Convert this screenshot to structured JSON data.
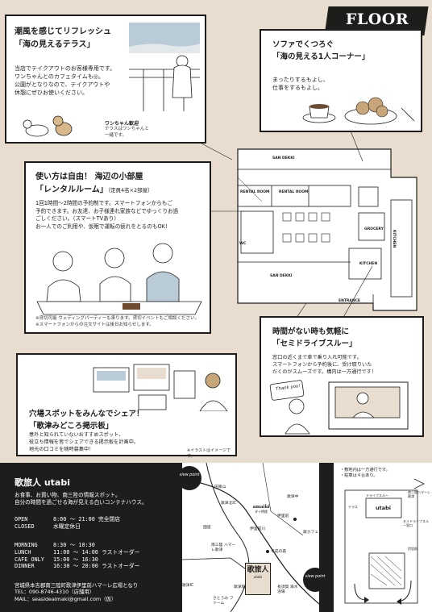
{
  "header": {
    "title": "FLOOR MAP"
  },
  "terrace": {
    "title_line1": "潮風を感じてリフレッシュ",
    "title_line2": "「海の見えるテラス」",
    "body": [
      "当店でテイクアウトのお客様専用です。",
      "ワンちゃんとのカフェタイムも◎。",
      "公園がとなりなので、テイクアウトや",
      "休憩にぜひお使いください。"
    ],
    "dog_badge": "ワンちゃん歓迎",
    "dog_note": [
      "テラスはワンちゃんと",
      "一緒です。"
    ]
  },
  "sofa": {
    "title_line1": "ソファでくつろぐ",
    "title_line2": "「海の見える1人コーナー」",
    "body": [
      "まったりするもよし、",
      "仕事をするもよし。"
    ]
  },
  "rental": {
    "title_line1": "使い方は自由！ 海辺の小部屋",
    "title_line2": "「レンタルルーム」",
    "title_note": "（定員4名×2部屋）",
    "body": [
      "1回1時間〜2時間の予約制です。スマートフォンからもご",
      "予約できます。お友達、お子様連れ家族などでゆっくりお過",
      "ごしください。（スマートTVあり）",
      "お一人でのご利用や、仮眠で運転の疲れをとるのもOK!"
    ],
    "notes": [
      "※貸切可能 ウェディングパーティーも承ります。貸切イベントもご相談ください。",
      "※スマートフォンからの注文サイトは後日お知らせします。"
    ]
  },
  "drive": {
    "title_line1": "時間がない時も気軽に",
    "title_line2": "「セミドライブスルー」",
    "body": [
      "窓口の近くまで車で乗り入れ可能です。",
      "スマートフォンから予約後に、受け取りいた",
      "だくのがスムーズです。構内は一方通行です！"
    ],
    "sign": "Thank you!"
  },
  "board": {
    "title_line1": "穴場スポットをみんなでシェア！",
    "title_line2": "「歌津みどころ掲示板」",
    "body": [
      "意外と知られていないおすすめスポット、",
      "役立ち情報を皆でシェアできる掲示板を計画中。",
      "地元の口コミを随時募集中！"
    ],
    "note": "※イラストはイメージです。"
  },
  "floor_labels": {
    "san_dekki_top": "SAN DEKKI",
    "rental1": "RENTAL ROOM",
    "rental2": "RENTAL ROOM",
    "grocery": "GROCERY",
    "wc": "WC",
    "san_dekki_bottom": "SAN DEKKI",
    "kitchen": "KITCHEN",
    "kitchen_v": "KITCHEN",
    "entrance": "ENTRANCE"
  },
  "shop": {
    "name": "歌旅人 utabi",
    "desc": [
      "お食事、お買い物、南三陸の情報スポット。",
      "自分の時間を過ごせる海が見える白いコンテナハウス。"
    ],
    "hours": [
      {
        "label": "OPEN",
        "value": "8:00 〜 21:00 完全閉店"
      },
      {
        "label": "CLOSED",
        "value": "水曜定休日"
      }
    ],
    "menu_hours": [
      {
        "label": "MORNING",
        "value": "8:30 〜 10:30"
      },
      {
        "label": "LUNCH",
        "value": "11:00 〜 14:00 ラストオーダー"
      },
      {
        "label": "CAFE ONLY",
        "value": "15:00 〜 16:30"
      },
      {
        "label": "DINNER",
        "value": "16:30 〜 20:00 ラストオーダー"
      }
    ],
    "address": "宮城県本吉郡南三陸町歌津伊里前ハマーレ広場となり",
    "tel": "TEL：090-8746-4310（店舗用）",
    "mail": "MAIL：seasidealmaki@gmail.com（仮）"
  },
  "map1": {
    "viewpoint_top": "view point",
    "viewpoint_bottom": "view point",
    "labels": [
      "田束山",
      "歌津北IC",
      "国道",
      "歌津IC",
      "歌津中",
      "伊里前",
      "平成の森",
      "南三陸 ハマーレ歌津",
      "伊里前",
      "歌津駅",
      "歌カフェ",
      "伊里前川",
      "さとうみ ファーム",
      "長須賀 海水浴場"
    ],
    "logo": "amaiki",
    "logo_sub": "ダイ時館",
    "sign_text": "歌旅人",
    "sign_sub": "utabi"
  },
  "map2": {
    "notes": [
      "・敷地内は一方通行です。",
      "・駐車は４台あり。"
    ],
    "labels": [
      "ドライブスルー",
      "utabi",
      "南三陸ハマーレ歌津",
      "セミドライブスルー窓口",
      "伊里前",
      "テラス"
    ]
  }
}
